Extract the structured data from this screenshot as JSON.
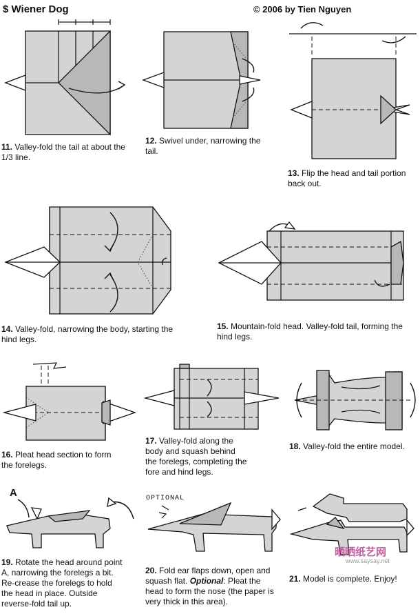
{
  "header": {
    "title": "$ Wiener Dog",
    "copyright": "© 2006 by Tien Nguyen"
  },
  "steps": [
    {
      "num": "11.",
      "text": "Valley-fold the tail at about the 1/3 line."
    },
    {
      "num": "12.",
      "text": "Swivel under, narrowing the tail."
    },
    {
      "num": "13.",
      "text": "Flip the head and tail portion back out."
    },
    {
      "num": "14.",
      "text": "Valley-fold, narrowing the body, starting the hind legs."
    },
    {
      "num": "15.",
      "text": "Mountain-fold head.  Valley-fold tail, forming the hind legs."
    },
    {
      "num": "16.",
      "text": "Pleat head section to form the forelegs."
    },
    {
      "num": "17.",
      "text": "Valley-fold along the body and squash behind the forelegs, completing the fore and hind legs."
    },
    {
      "num": "18.",
      "text": "Valley-fold the entire model."
    },
    {
      "num": "19.",
      "text": "Rotate the head around point A, narrowing the forelegs a bit.  Re-crease the forelegs to hold the head in place. Outside reverse-fold tail up."
    },
    {
      "num": "20.",
      "text_a": "Fold ear flaps down, open and squash flat.",
      "text_b": "Optional",
      "text_c": ": Pleat the head to form the nose (the paper is very thick in this area)."
    },
    {
      "num": "21.",
      "text": "Model is complete.  Enjoy!"
    }
  ],
  "labels": {
    "optional": "OPTIONAL",
    "point_a": "A"
  },
  "watermark": {
    "text": "晒晒纸艺网",
    "url": "www.saysay.net"
  }
}
